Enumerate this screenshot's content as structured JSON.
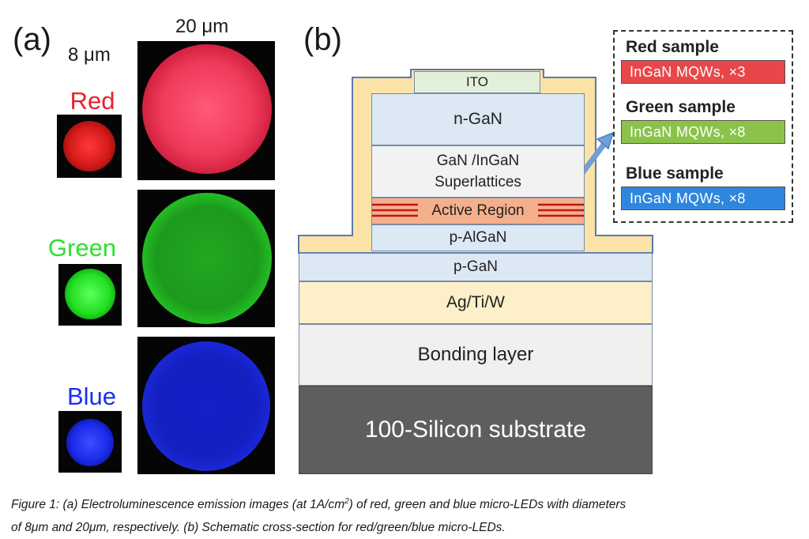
{
  "panel_a": {
    "label": "(a)",
    "size_small": "8 μm",
    "size_large": "20 μm",
    "rows": [
      {
        "name": "Red",
        "color": "#e8202a"
      },
      {
        "name": "Green",
        "color": "#2ee02e"
      },
      {
        "name": "Blue",
        "color": "#1b2ef0"
      }
    ]
  },
  "panel_b": {
    "label": "(b)",
    "layers": {
      "ito": "ITO",
      "n_gan": "n-GaN",
      "superlattice_1": "GaN /InGaN",
      "superlattice_2": "Superlattices",
      "active": "Active Region",
      "p_algan": "p-AlGaN",
      "p_gan": "p-GaN",
      "metal": "Ag/Ti/W",
      "bonding": "Bonding layer",
      "substrate": "100-Silicon substrate"
    },
    "legend": {
      "red_title": "Red sample",
      "red_chip": "InGaN MQWs, ×3",
      "green_title": "Green sample",
      "green_chip": "InGaN MQWs, ×8",
      "blue_title": "Blue sample",
      "blue_chip": "InGaN MQWs, ×8"
    },
    "colors": {
      "red_chip": "#e8474a",
      "green_chip": "#8bc34a",
      "blue_chip": "#2e86de",
      "passivation": "#fbe3a8",
      "layer_blue": "#dce8f4",
      "active": "#f4b08c",
      "substrate": "#5e5e5e"
    }
  },
  "caption": {
    "part1": "Figure 1: (a) Electroluminescence emission images (at 1A/cm",
    "sup": "2",
    "part2": ") of red, green and blue micro-LEDs with diameters",
    "line2": "of 8μm and 20μm, respectively. (b) Schematic cross-section for red/green/blue micro-LEDs."
  }
}
